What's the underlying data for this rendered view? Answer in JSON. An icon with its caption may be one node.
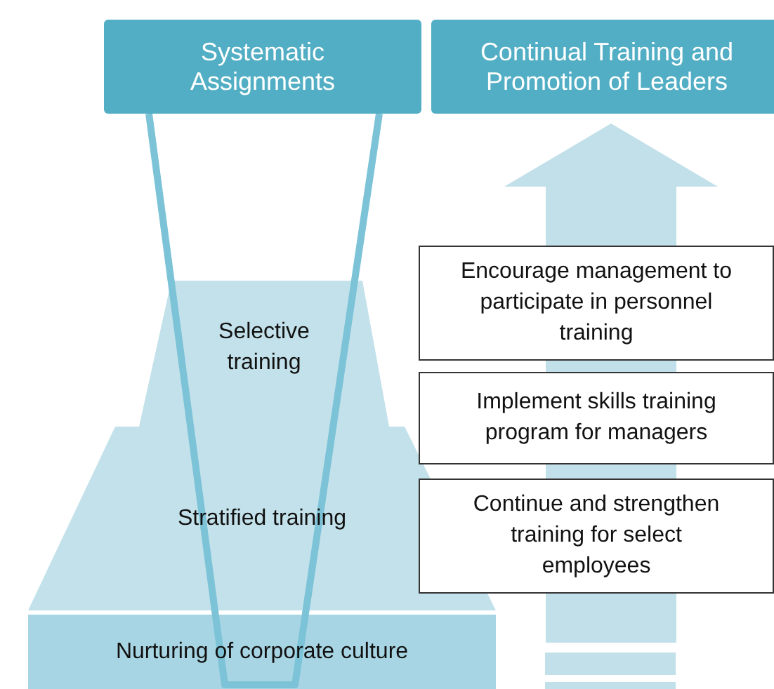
{
  "diagram": {
    "nodes": [
      {
        "text": [
          "Systematic Assignments"
        ]
      },
      {
        "text": [
          "Continual Training and Promotion of Leaders"
        ]
      },
      {
        "text": [
          "Selective training"
        ]
      },
      {
        "text": [
          "Encourage management to participate in personnel training"
        ]
      },
      {
        "text": [
          "Implement skills training program for managers"
        ]
      },
      {
        "text": [
          "Stratified training"
        ]
      },
      {
        "text": [
          "Continue and strengthen training for select employees"
        ]
      },
      {
        "text": [
          "Nurturing of corporate culture"
        ]
      }
    ],
    "edges": [
      {
        "from": null,
        "to": 1,
        "arrow": "to"
      }
    ]
  }
}
